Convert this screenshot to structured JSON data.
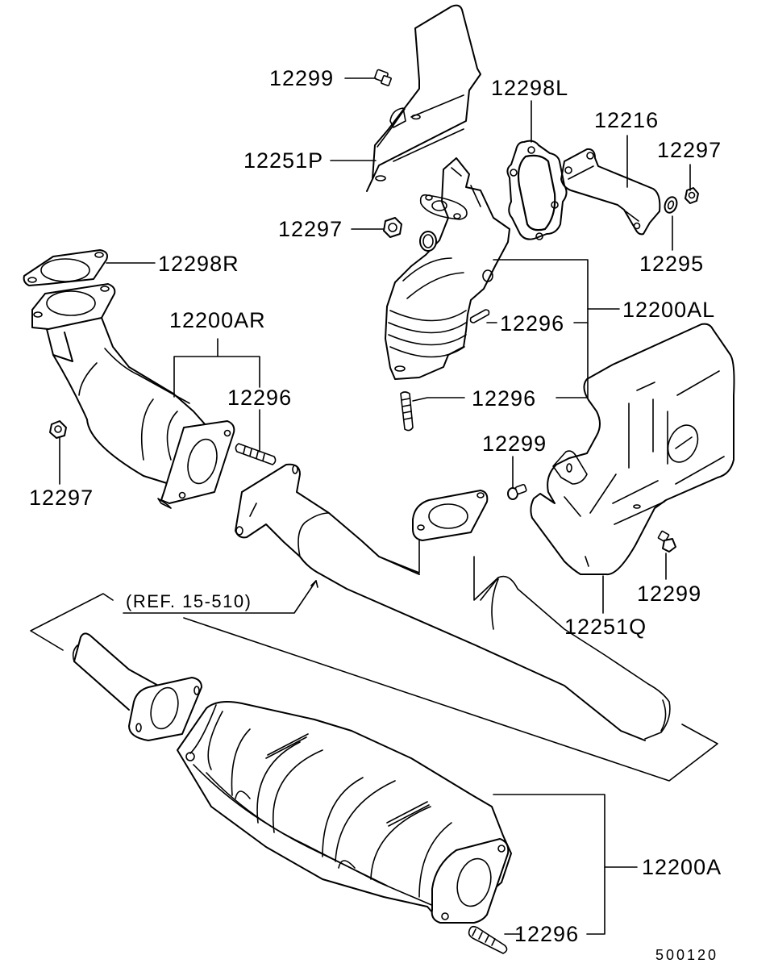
{
  "diagram": {
    "title": "Exhaust manifold & catalytic converter parts diagram",
    "drawing_code": "500120",
    "reference_note": "(REF. 15-510)",
    "callouts": {
      "bolt_top": "12299",
      "heat_shield_p": "12251P",
      "nut_center": "12297",
      "gasket_l": "12298L",
      "bracket": "12216",
      "nut_right": "12297",
      "washer": "12295",
      "gasket_r": "12298R",
      "catalyst_ar": "12200AR",
      "stud_ar": "12296",
      "nut_left": "12297",
      "stud_al_upper": "12296",
      "catalyst_al": "12200AL",
      "stud_al_lower": "12296",
      "bolt_mid": "12299",
      "bolt_right": "12299",
      "heat_shield_q": "12251Q",
      "catalyst_a": "12200A",
      "stud_a": "12296"
    }
  }
}
